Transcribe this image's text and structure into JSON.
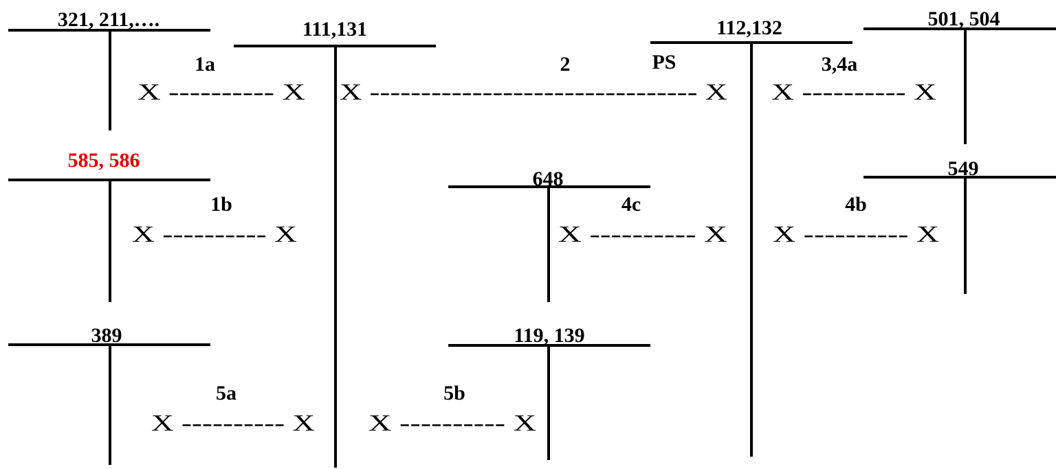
{
  "colors": {
    "ink": "#000000",
    "highlight": "#e60000",
    "background": "#ffffff"
  },
  "accounts": [
    {
      "id": "acc-321-211",
      "label": "321, 211,….",
      "color": "ink"
    },
    {
      "id": "acc-111-131",
      "label": "111,131",
      "color": "ink"
    },
    {
      "id": "acc-112-132",
      "label": "112,132",
      "color": "ink"
    },
    {
      "id": "acc-501-504",
      "label": "501, 504",
      "color": "ink"
    },
    {
      "id": "acc-585-586",
      "label": "585, 586",
      "color": "highlight"
    },
    {
      "id": "acc-648",
      "label": "648",
      "color": "ink"
    },
    {
      "id": "acc-549",
      "label": "549",
      "color": "ink"
    },
    {
      "id": "acc-389",
      "label": "389",
      "color": "ink"
    },
    {
      "id": "acc-119-139",
      "label": "119, 139",
      "color": "ink"
    }
  ],
  "steps": [
    {
      "id": "step-1a",
      "label": "1a"
    },
    {
      "id": "step-2",
      "label": "2"
    },
    {
      "id": "step-ps",
      "label": "PS"
    },
    {
      "id": "step-3-4a",
      "label": "3,4a"
    },
    {
      "id": "step-1b",
      "label": "1b"
    },
    {
      "id": "step-4c",
      "label": "4c"
    },
    {
      "id": "step-4b",
      "label": "4b"
    },
    {
      "id": "step-5a",
      "label": "5a"
    },
    {
      "id": "step-5b",
      "label": "5b"
    }
  ],
  "entries": [
    {
      "id": "entry-1a",
      "text": "X ---------- X"
    },
    {
      "id": "entry-2",
      "text": "X -------------------------------- X"
    },
    {
      "id": "entry-3-4a",
      "text": "X ---------- X"
    },
    {
      "id": "entry-1b",
      "text": "X ---------- X"
    },
    {
      "id": "entry-4c",
      "text": "X ---------- X"
    },
    {
      "id": "entry-4b",
      "text": "X ---------- X"
    },
    {
      "id": "entry-5a",
      "text": "X ---------- X"
    },
    {
      "id": "entry-5b",
      "text": "X ---------- X"
    }
  ]
}
